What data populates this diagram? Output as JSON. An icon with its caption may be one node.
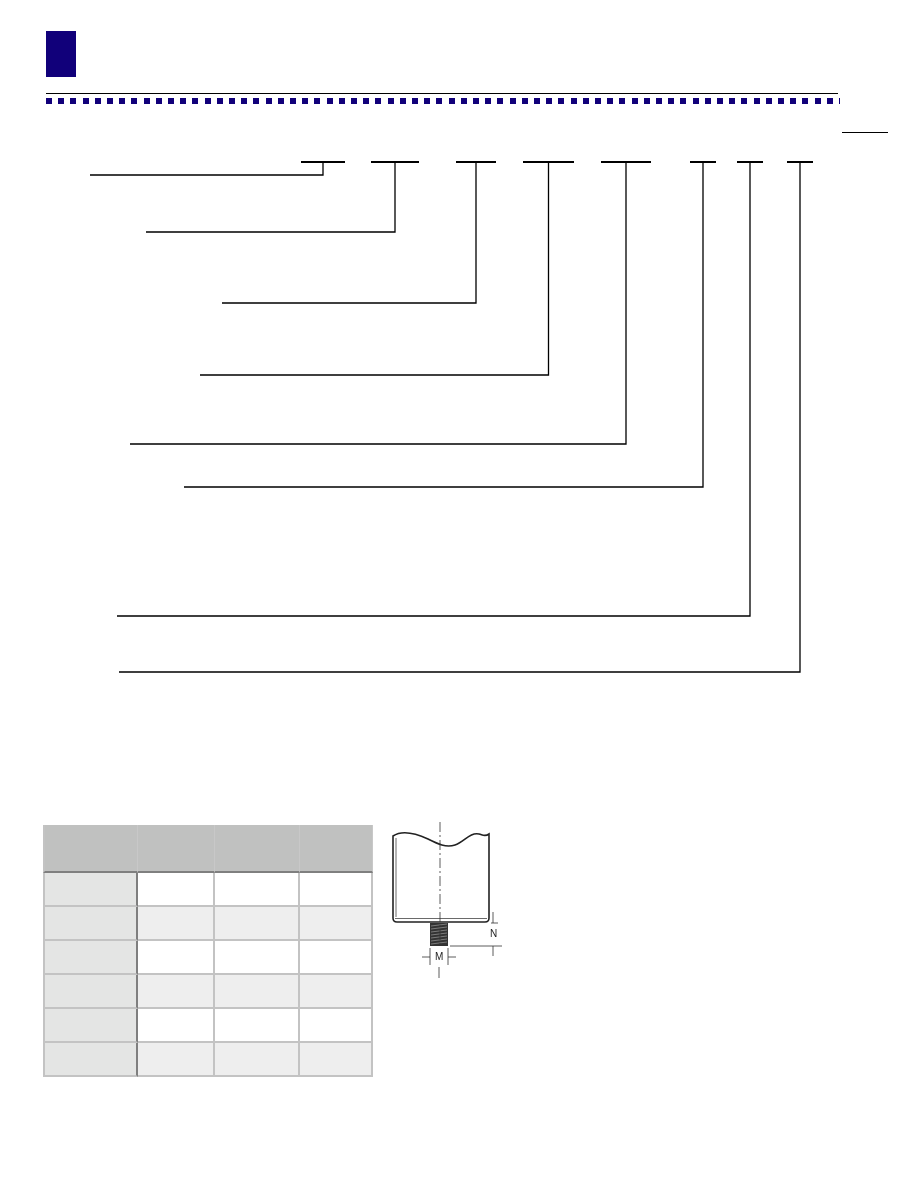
{
  "diagram": {
    "nodes": [
      {
        "text": [],
        "shape": "bar"
      },
      {
        "text": [],
        "shape": "bar"
      },
      {
        "text": [],
        "shape": "bar"
      },
      {
        "text": [],
        "shape": "bar"
      },
      {
        "text": [],
        "shape": "bar"
      },
      {
        "text": [],
        "shape": "bar"
      },
      {
        "text": [],
        "shape": "bar"
      },
      {
        "text": [],
        "shape": "bar"
      }
    ],
    "edges": [
      {
        "from": null,
        "to": 0,
        "arrow": "none"
      },
      {
        "from": null,
        "to": 1,
        "arrow": "none"
      },
      {
        "from": null,
        "to": 2,
        "arrow": "none"
      },
      {
        "from": null,
        "to": 3,
        "arrow": "none"
      },
      {
        "from": null,
        "to": 4,
        "arrow": "none"
      },
      {
        "from": null,
        "to": 5,
        "arrow": "none"
      },
      {
        "from": null,
        "to": 6,
        "arrow": "none"
      },
      {
        "from": null,
        "to": 7,
        "arrow": "none"
      }
    ],
    "labels": [
      "N",
      "M"
    ]
  }
}
